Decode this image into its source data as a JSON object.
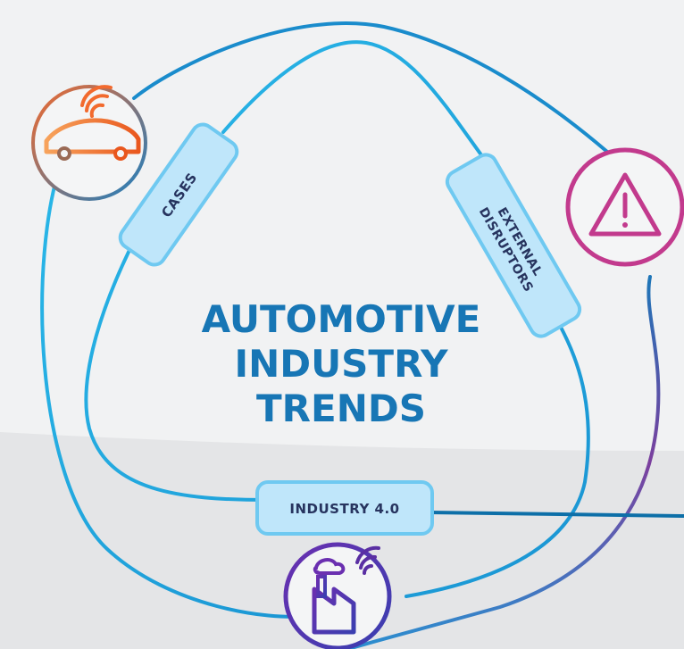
{
  "title": {
    "line1": "AUTOMOTIVE",
    "line2": "INDUSTRY",
    "line3": "TRENDS"
  },
  "labels": {
    "cases": "CASES",
    "external_line1": "EXTERNAL",
    "external_line2": "DISRUPTORS",
    "industry": "INDUSTRY 4.0"
  },
  "icons": {
    "car": "connected-car-icon",
    "warning": "warning-triangle-icon",
    "factory": "smart-factory-icon"
  },
  "colors": {
    "background": "#f1f2f3",
    "floor": "#e4e5e7",
    "title": "#1776b5",
    "pill_fill": "#bfe6fa",
    "pill_border": "#6fc9f1",
    "pill_text": "#27345f",
    "line_light": "#22b4e6",
    "line_dark": "#0d6fa8",
    "car_orange": "#f26a2e",
    "warning_magenta": "#c23a8d",
    "factory_purple": "#5a2fa3"
  }
}
